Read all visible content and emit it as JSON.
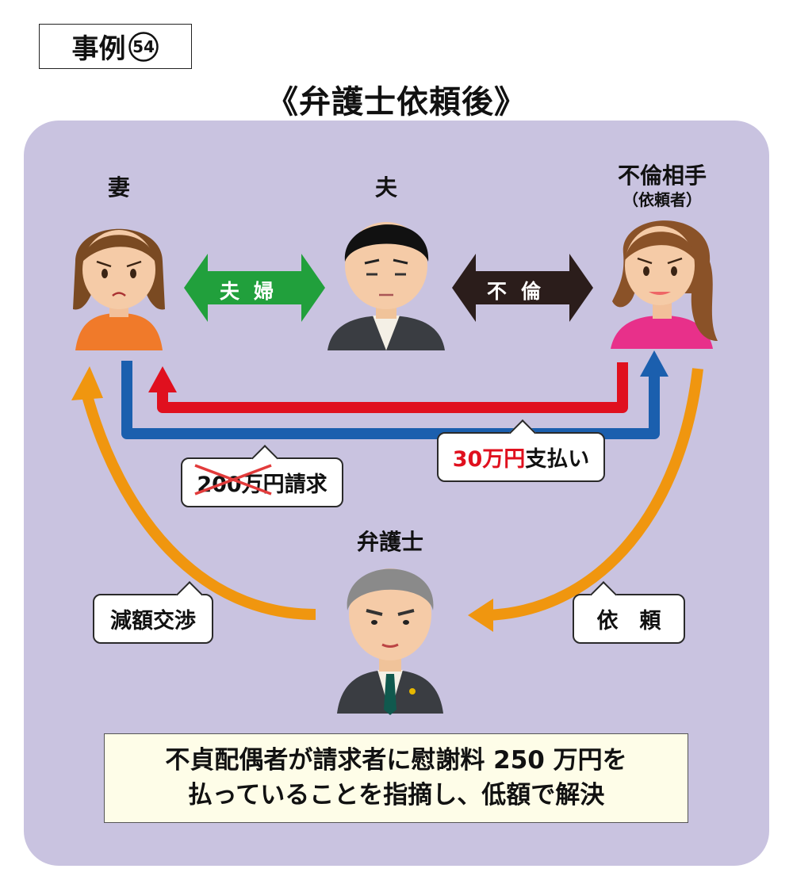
{
  "case_label": "事例",
  "case_number": "54",
  "title": "《弁護士依頼後》",
  "people": {
    "wife": "妻",
    "husband": "夫",
    "partner": "不倫相手",
    "partner_note": "（依頼者）",
    "lawyer": "弁護士"
  },
  "relations": {
    "married": "夫婦",
    "affair": "不倫"
  },
  "callouts": {
    "claim_amount": "200万円",
    "claim_suffix": "請求",
    "payment_amount": "30万円",
    "payment_suffix": "支払い",
    "negotiation": "減額交渉",
    "request": "依　頼"
  },
  "summary": {
    "line1": "不貞配偶者が請求者に慰謝料 250 万円を",
    "line2": "払っていることを指摘し、低額で解決"
  },
  "colors": {
    "panel": "#c9c3e0",
    "red_flow": "#e0101e",
    "blue_flow": "#1b5fae",
    "orange_flow": "#f0960f",
    "married_arrow": "#21a03c",
    "affair_arrow": "#2b1d1b"
  }
}
